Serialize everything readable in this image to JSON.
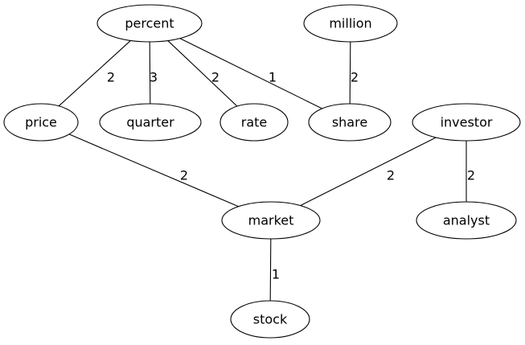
{
  "graph": {
    "directed": false,
    "nodes": [
      {
        "id": "percent",
        "label": "percent"
      },
      {
        "id": "million",
        "label": "million"
      },
      {
        "id": "price",
        "label": "price"
      },
      {
        "id": "quarter",
        "label": "quarter"
      },
      {
        "id": "rate",
        "label": "rate"
      },
      {
        "id": "share",
        "label": "share"
      },
      {
        "id": "investor",
        "label": "investor"
      },
      {
        "id": "market",
        "label": "market"
      },
      {
        "id": "analyst",
        "label": "analyst"
      },
      {
        "id": "stock",
        "label": "stock"
      }
    ],
    "edges": [
      {
        "source": "percent",
        "target": "price",
        "weight": "2"
      },
      {
        "source": "percent",
        "target": "quarter",
        "weight": "3"
      },
      {
        "source": "percent",
        "target": "rate",
        "weight": "2"
      },
      {
        "source": "percent",
        "target": "share",
        "weight": "1"
      },
      {
        "source": "million",
        "target": "share",
        "weight": "2"
      },
      {
        "source": "price",
        "target": "market",
        "weight": "2"
      },
      {
        "source": "investor",
        "target": "market",
        "weight": "2"
      },
      {
        "source": "investor",
        "target": "analyst",
        "weight": "2"
      },
      {
        "source": "market",
        "target": "stock",
        "weight": "1"
      }
    ]
  }
}
